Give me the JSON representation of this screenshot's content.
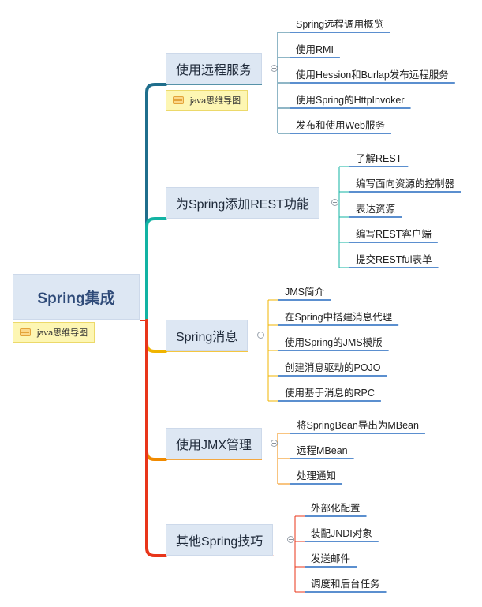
{
  "root": {
    "label": "Spring集成",
    "note": "java思维导图"
  },
  "branches": [
    {
      "label": "使用远程服务",
      "note": "java思维导图",
      "color": "#1f6e8c",
      "children": [
        "Spring远程调用概览",
        "使用RMI",
        "使用Hession和Burlap发布远程服务",
        "使用Spring的HttpInvoker",
        "发布和使用Web服务"
      ]
    },
    {
      "label": "为Spring添加REST功能",
      "color": "#12b3a3",
      "children": [
        "了解REST",
        "编写面向资源的控制器",
        "表达资源",
        "编写REST客户端",
        "提交RESTful表单"
      ]
    },
    {
      "label": "Spring消息",
      "color": "#f0b400",
      "children": [
        "JMS简介",
        "在Spring中搭建消息代理",
        "使用Spring的JMS模版",
        "创建消息驱动的POJO",
        "使用基于消息的RPC"
      ]
    },
    {
      "label": "使用JMX管理",
      "color": "#f08a00",
      "children": [
        "将SpringBean导出为MBean",
        "远程MBean",
        "处理通知"
      ]
    },
    {
      "label": "其他Spring技巧",
      "color": "#e8351a",
      "children": [
        "外部化配置",
        "装配JNDI对象",
        "发送邮件",
        "调度和后台任务"
      ]
    }
  ],
  "leaf_underline_color": "#5b8fcf"
}
